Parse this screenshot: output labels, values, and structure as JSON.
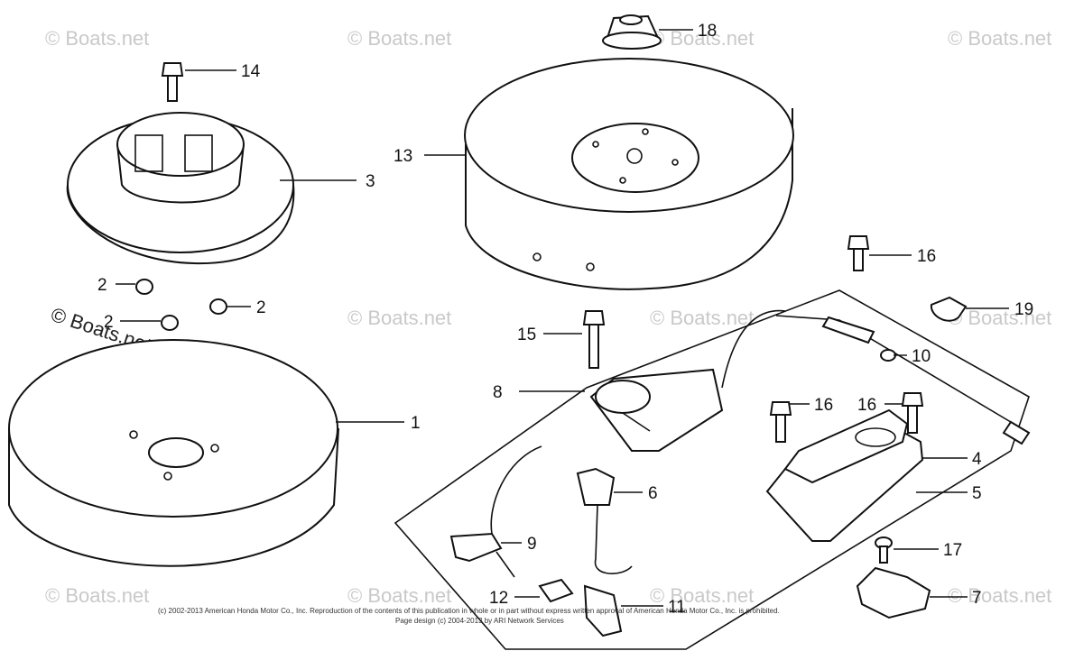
{
  "watermark": "© Boats.net",
  "copyright": {
    "line1": "(c) 2002-2013 American Honda Motor Co., Inc. Reproduction of the contents of this publication in whole or in part without express written approval of American Honda Motor Co., Inc. is prohibited.",
    "line2": "Page design (c) 2004-2013 by ARI Network Services"
  },
  "callouts": {
    "c1": "1",
    "c2a": "2",
    "c2b": "2",
    "c2c": "2",
    "c3": "3",
    "c4": "4",
    "c5": "5",
    "c6": "6",
    "c7": "7",
    "c8": "8",
    "c9": "9",
    "c10": "10",
    "c11": "11",
    "c12": "12",
    "c13": "13",
    "c14": "14",
    "c15": "15",
    "c16a": "16",
    "c16b": "16",
    "c16c": "16",
    "c17": "17",
    "c18": "18",
    "c19": "19"
  }
}
